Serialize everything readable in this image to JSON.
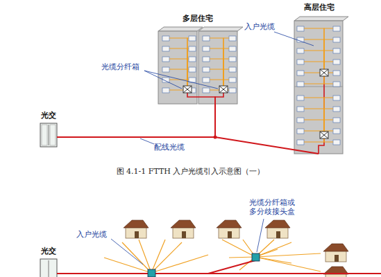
{
  "diagram": {
    "caption": "图 4.1-1  FTTH 入户光缆引入示意图（一）",
    "nodes": [
      {
        "text": [
          "光交"
        ]
      },
      {
        "text": [
          "多层住宅"
        ]
      },
      {
        "text": [
          "高层住宅"
        ]
      },
      {
        "text": [
          "光交"
        ]
      }
    ],
    "edges": [
      {
        "from": 0,
        "to": 1,
        "arrow": "none"
      },
      {
        "from": 0,
        "to": 2,
        "arrow": "none"
      }
    ],
    "labels": [
      "入户光缆",
      "光缆分纤箱",
      "配线光缆",
      "入户光缆",
      "光缆分纤箱或 多分歧接头盒"
    ]
  }
}
